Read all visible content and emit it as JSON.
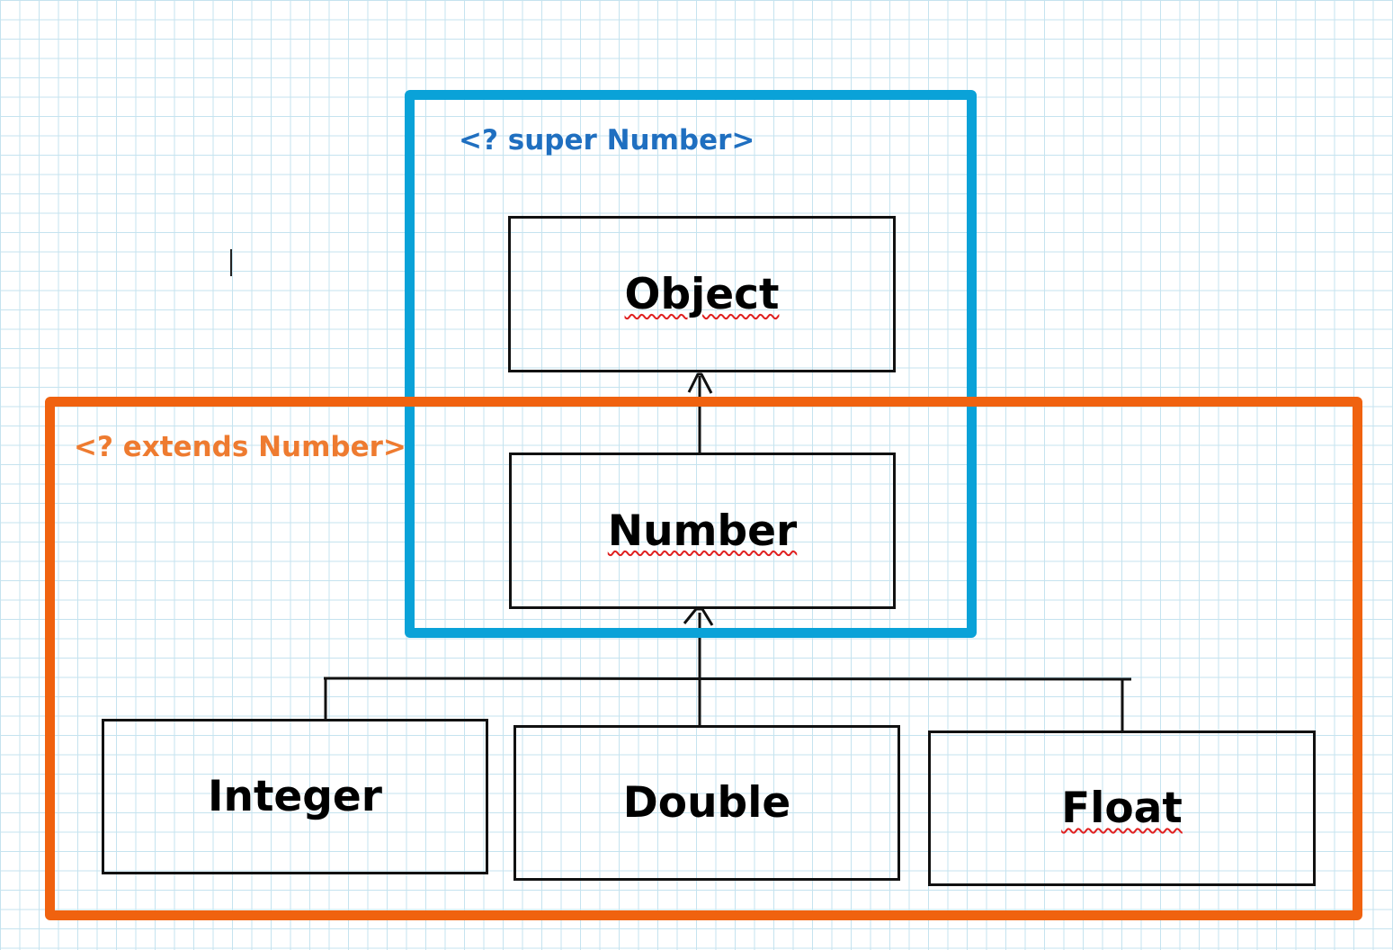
{
  "diagram": {
    "frames": {
      "super": {
        "label": "<? super Number>",
        "color": "#0aa2d8",
        "label_color": "#1f6fc0"
      },
      "extends": {
        "label": "<? extends Number>",
        "color": "#f0620f",
        "label_color": "#ee7b30"
      }
    },
    "classes": {
      "object": "Object",
      "number": "Number",
      "integer": "Integer",
      "double": "Double",
      "float": "Float"
    },
    "relations": [
      {
        "from": "Number",
        "to": "Object",
        "type": "inheritance"
      },
      {
        "from": "Integer",
        "to": "Number",
        "type": "inheritance"
      },
      {
        "from": "Double",
        "to": "Number",
        "type": "inheritance"
      },
      {
        "from": "Float",
        "to": "Number",
        "type": "inheritance"
      }
    ]
  }
}
